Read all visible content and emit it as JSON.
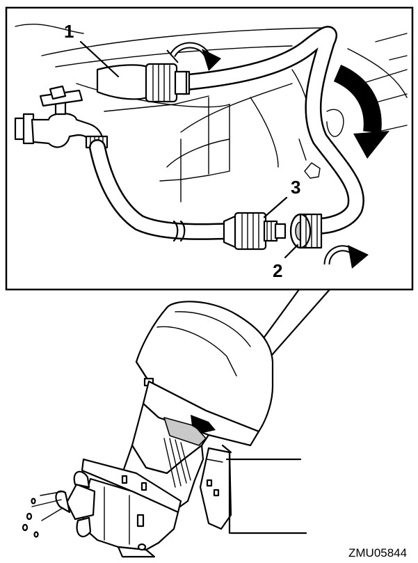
{
  "figure": {
    "callouts": {
      "one": "1",
      "two": "2",
      "three": "3"
    },
    "code": "ZMU05844"
  }
}
